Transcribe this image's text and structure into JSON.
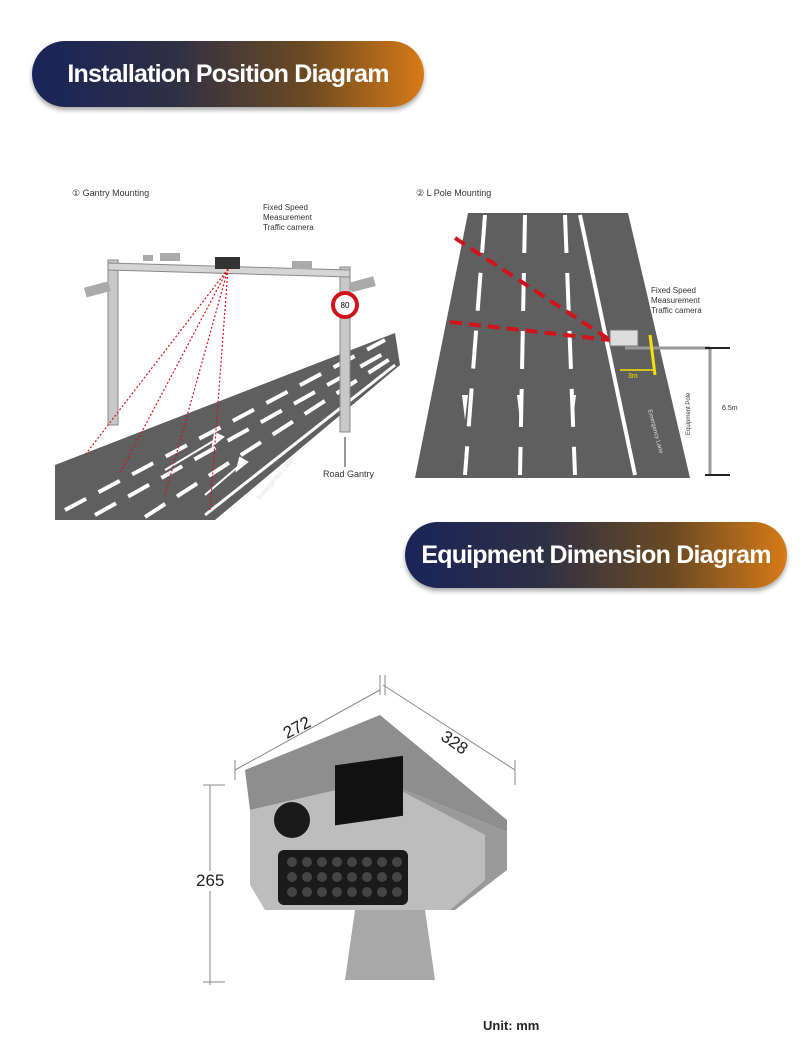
{
  "banners": {
    "installation": "Installation Position Diagram",
    "dimension": "Equipment Dimension Diagram"
  },
  "gantry": {
    "title": "① Gantry Mounting",
    "camera_label": [
      "Fixed Speed",
      "Measurement",
      "Traffic camera"
    ],
    "gantry_label": "Road Gantry",
    "lane_label": "Emergency Lane",
    "speed_sign": "80"
  },
  "lpole": {
    "title": "② L Pole Mounting",
    "camera_label": [
      "Fixed Speed",
      "Measurement",
      "Traffic camera"
    ],
    "distance": "3m",
    "pole_label": "Equipment Pole",
    "height": "6.5m",
    "lane_label": "Emergency Lane"
  },
  "dimensions": {
    "width": "272",
    "depth": "328",
    "height": "265",
    "unit": "Unit: mm"
  },
  "colors": {
    "banner_start": "#1a2459",
    "banner_end": "#d67a17",
    "road": "#5f5f5f",
    "laser": "#d0141c"
  }
}
